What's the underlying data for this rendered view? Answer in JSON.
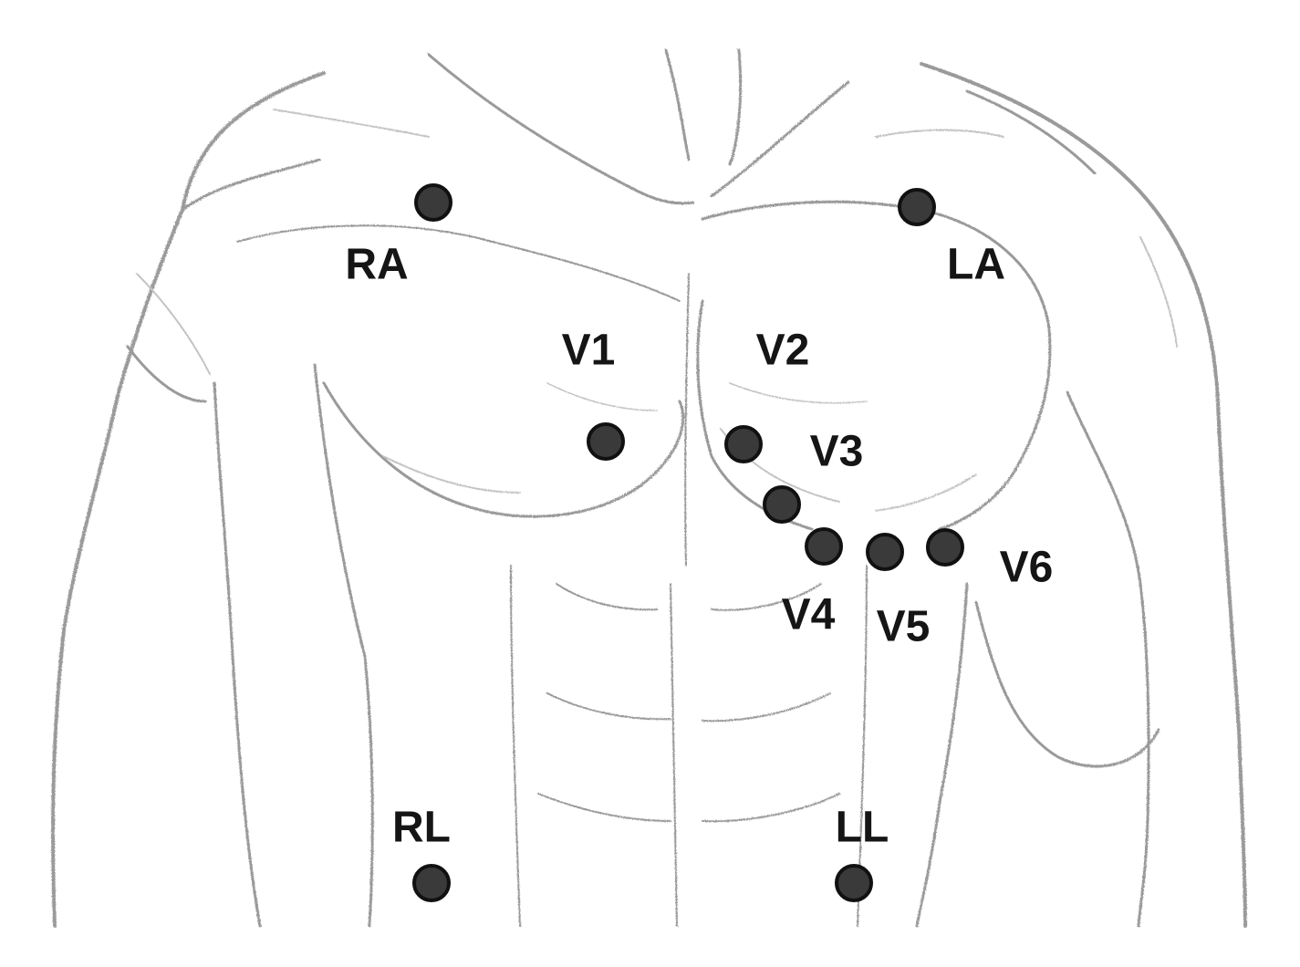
{
  "diagram": {
    "colors": {
      "background": "#ffffff",
      "sketch": "#9a9a9a",
      "sketch_light": "#c4c4c4",
      "electrode_fill": "#3a3a3a",
      "electrode_stroke": "#111111",
      "label": "#151515"
    },
    "electrodes": [
      {
        "id": "RA",
        "label": "RA"
      },
      {
        "id": "LA",
        "label": "LA"
      },
      {
        "id": "V1",
        "label": "V1"
      },
      {
        "id": "V2",
        "label": "V2"
      },
      {
        "id": "V3",
        "label": "V3"
      },
      {
        "id": "V4",
        "label": "V4"
      },
      {
        "id": "V5",
        "label": "V5"
      },
      {
        "id": "V6",
        "label": "V6"
      },
      {
        "id": "RL",
        "label": "RL"
      },
      {
        "id": "LL",
        "label": "LL"
      }
    ]
  }
}
